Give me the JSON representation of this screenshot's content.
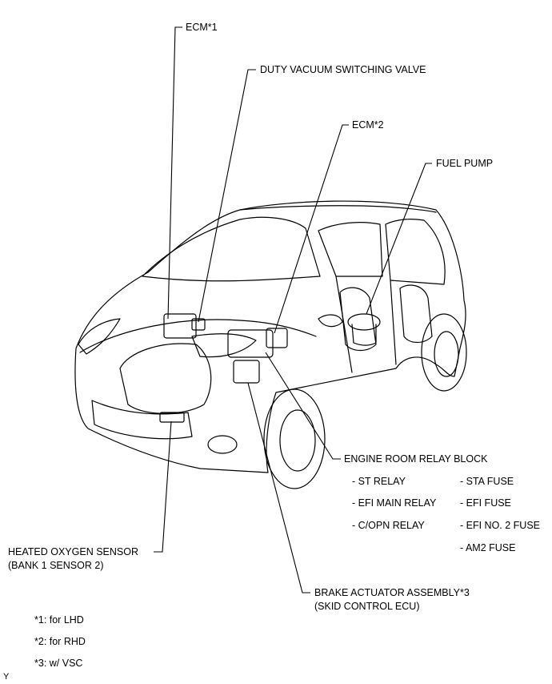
{
  "labels": {
    "ecm1": "ECM*1",
    "dvsv": "DUTY VACUUM SWITCHING VALVE",
    "ecm2": "ECM*2",
    "fuel_pump": "FUEL PUMP",
    "relay_block": "ENGINE ROOM RELAY BLOCK",
    "relay_items": {
      "st_relay": "- ST RELAY",
      "efi_main_relay": "- EFI MAIN RELAY",
      "copn_relay": "- C/OPN RELAY",
      "sta_fuse": "- STA FUSE",
      "efi_fuse": "- EFI FUSE",
      "efi_no2_fuse": "- EFI NO. 2 FUSE",
      "am2_fuse": "- AM2 FUSE"
    },
    "heated_o2_line1": "HEATED OXYGEN SENSOR",
    "heated_o2_line2": "(BANK 1 SENSOR 2)",
    "brake_actuator_line1": "BRAKE ACTUATOR ASSEMBLY*3",
    "brake_actuator_line2": "(SKID CONTROL ECU)"
  },
  "footnotes": {
    "n1": "*1: for LHD",
    "n2": "*2: for RHD",
    "n3": "*3: w/ VSC"
  },
  "corner_mark": "Y"
}
